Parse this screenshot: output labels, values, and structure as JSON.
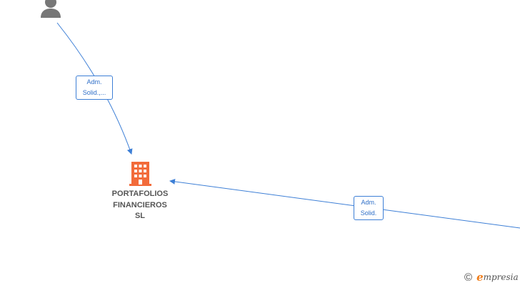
{
  "nodes": {
    "company": {
      "name_lines": [
        "PORTAFOLIOS",
        "FINANCIEROS",
        "SL"
      ],
      "icon": "building-icon",
      "color": "#f26b3a"
    },
    "person": {
      "icon": "person-icon",
      "color": "#777777"
    }
  },
  "edges": [
    {
      "label_lines": [
        "Adm.",
        "Solid.,..."
      ]
    },
    {
      "label_lines": [
        "Adm.",
        "Solid."
      ]
    }
  ],
  "colors": {
    "edge": "#3d7fd6",
    "edge_label_text": "#2f6fc8"
  },
  "watermark": {
    "copyright_symbol": "©",
    "brand_initial": "e",
    "brand_rest": "mpresia"
  }
}
